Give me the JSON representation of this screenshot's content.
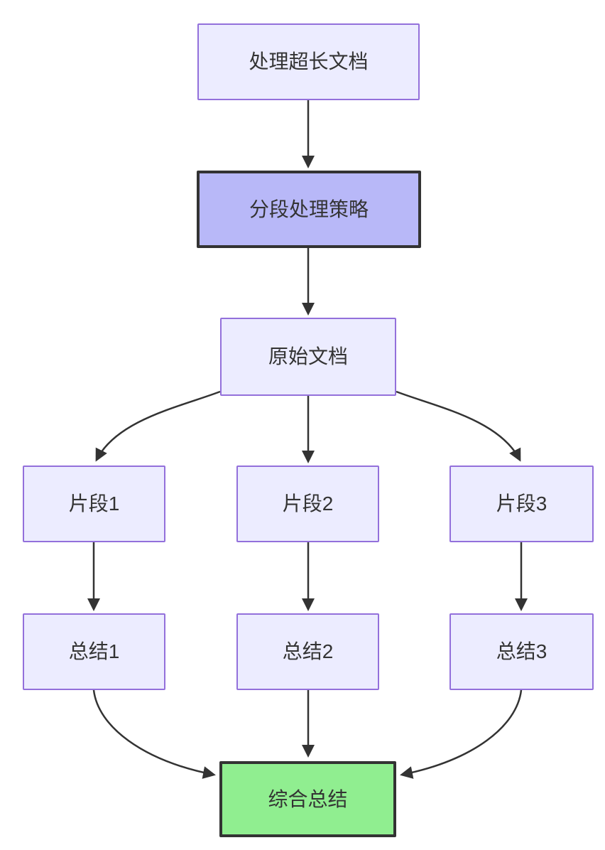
{
  "diagram": {
    "type": "flowchart",
    "direction": "top-down",
    "nodes": [
      {
        "id": "start",
        "label": "处理超长文档",
        "style": "default"
      },
      {
        "id": "strategy",
        "label": "分段处理策略",
        "style": "highlight"
      },
      {
        "id": "source",
        "label": "原始文档",
        "style": "default"
      },
      {
        "id": "fragment-1",
        "label": "片段1",
        "style": "default"
      },
      {
        "id": "fragment-2",
        "label": "片段2",
        "style": "default"
      },
      {
        "id": "fragment-3",
        "label": "片段3",
        "style": "default"
      },
      {
        "id": "summary-1",
        "label": "总结1",
        "style": "default"
      },
      {
        "id": "summary-2",
        "label": "总结2",
        "style": "default"
      },
      {
        "id": "summary-3",
        "label": "总结3",
        "style": "default"
      },
      {
        "id": "final",
        "label": "综合总结",
        "style": "success"
      }
    ],
    "edges": [
      {
        "from": "start",
        "to": "strategy"
      },
      {
        "from": "strategy",
        "to": "source"
      },
      {
        "from": "source",
        "to": "fragment-1"
      },
      {
        "from": "source",
        "to": "fragment-2"
      },
      {
        "from": "source",
        "to": "fragment-3"
      },
      {
        "from": "fragment-1",
        "to": "summary-1"
      },
      {
        "from": "fragment-2",
        "to": "summary-2"
      },
      {
        "from": "fragment-3",
        "to": "summary-3"
      },
      {
        "from": "summary-1",
        "to": "final"
      },
      {
        "from": "summary-2",
        "to": "final"
      },
      {
        "from": "summary-3",
        "to": "final"
      }
    ],
    "colors": {
      "node_fill": "#ECECFF",
      "node_border": "#9370DB",
      "highlight_fill": "#B8B8F8",
      "success_fill": "#90EE90",
      "emphasis_border": "#333333",
      "edge": "#333333",
      "text": "#333333",
      "background": "#FFFFFF"
    }
  }
}
